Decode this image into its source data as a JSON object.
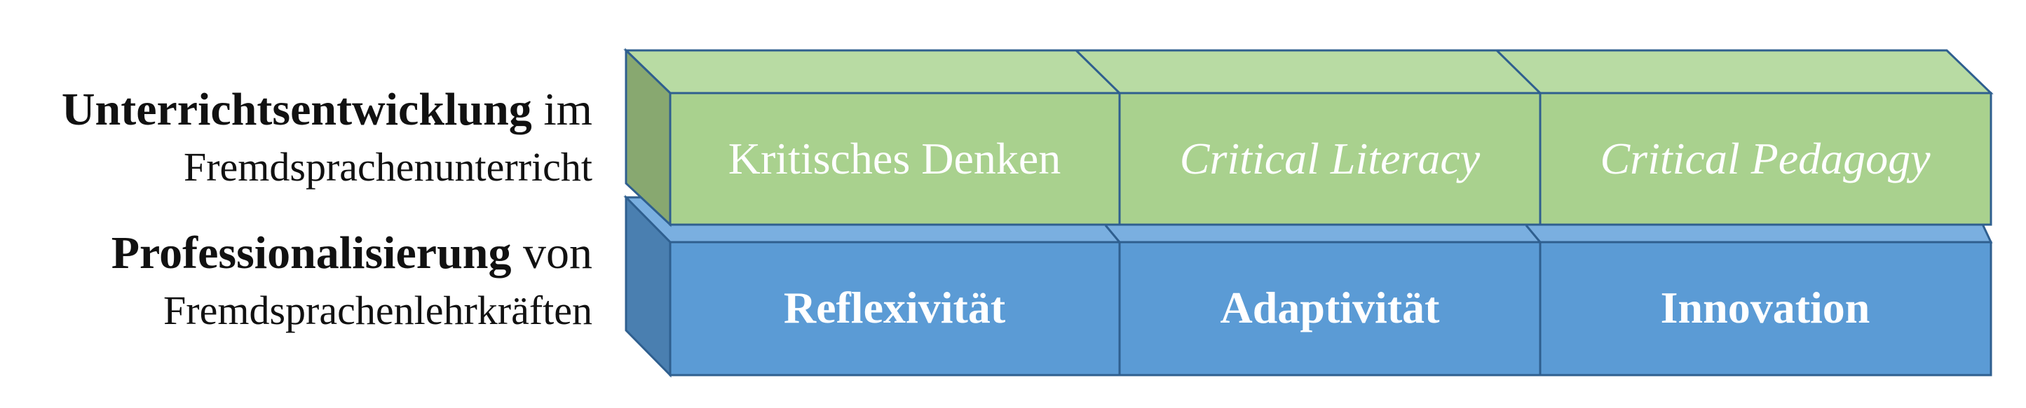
{
  "row_labels": {
    "top": {
      "bold": "Unterrichtsentwicklung",
      "rest": " im",
      "line2": "Fremdsprachenunterricht"
    },
    "bottom": {
      "bold": "Professionalisierung",
      "rest": " von",
      "line2": "Fremdsprachenlehrkräften"
    }
  },
  "top_row": {
    "cells": [
      {
        "label": "Kritisches Denken",
        "style": "normal"
      },
      {
        "label": "Critical Literacy",
        "style": "italic"
      },
      {
        "label": "Critical Pedagogy",
        "style": "italic"
      }
    ]
  },
  "bottom_row": {
    "cells": [
      {
        "label": "Reflexivität",
        "style": "bold"
      },
      {
        "label": "Adaptivität",
        "style": "bold"
      },
      {
        "label": "Innovation",
        "style": "bold"
      }
    ]
  },
  "colors": {
    "green_front": "#a9d18e",
    "green_top": "#b8dba3",
    "green_side": "#88a870",
    "blue_front": "#5b9bd5",
    "blue_top": "#7aafe0",
    "blue_side": "#4a7fb0",
    "outline": "#2f5f8f"
  }
}
